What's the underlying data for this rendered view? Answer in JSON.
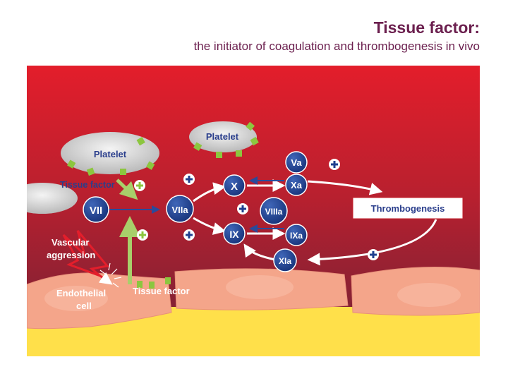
{
  "header": {
    "title": "Tissue factor:",
    "subtitle": "the initiator of coagulation and thrombogenesis in vivo"
  },
  "labels": {
    "platelet_left": "Platelet",
    "platelet_top": "Platelet",
    "tissue_factor_top": "Tissue factor",
    "vascular_line1": "Vascular",
    "vascular_line2": "aggression",
    "endothelial_line1": "Endothelial",
    "endothelial_line2": "cell",
    "tissue_factor_bottom": "Tissue factor",
    "thrombogenesis": "Thrombogenesis"
  },
  "factors": {
    "vii": "VII",
    "viia": "VIIa",
    "x": "X",
    "xa": "Xa",
    "va": "Va",
    "viiia": "VIIIa",
    "ix": "IX",
    "ixa": "IXa",
    "xia": "XIa"
  },
  "colors": {
    "title": "#6b1f4e",
    "background_top": "#e01f2a",
    "background_bottom": "#7a2236",
    "factor_circle": "#1f3f8f",
    "tissue_factor_marker": "#8cc63f",
    "endothelium": "#f4a58a",
    "subendothelium": "#ffe04a"
  }
}
